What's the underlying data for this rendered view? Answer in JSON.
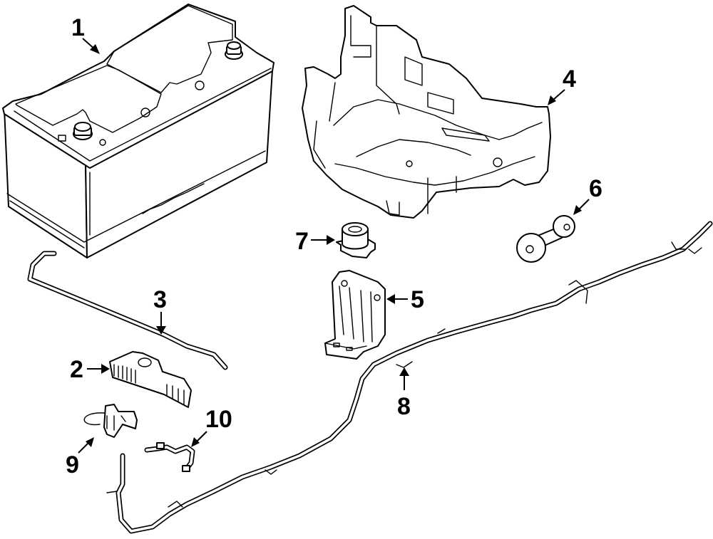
{
  "diagram": {
    "type": "exploded parts diagram",
    "callouts": [
      {
        "number": "1",
        "part": "battery"
      },
      {
        "number": "2",
        "part": "battery hold-down clamp"
      },
      {
        "number": "3",
        "part": "vent tube"
      },
      {
        "number": "4",
        "part": "battery tray"
      },
      {
        "number": "5",
        "part": "support bracket"
      },
      {
        "number": "6",
        "part": "ground strap"
      },
      {
        "number": "7",
        "part": "insulator"
      },
      {
        "number": "8",
        "part": "positive cable harness"
      },
      {
        "number": "9",
        "part": "bracket"
      },
      {
        "number": "10",
        "part": "sensor wire"
      }
    ]
  }
}
